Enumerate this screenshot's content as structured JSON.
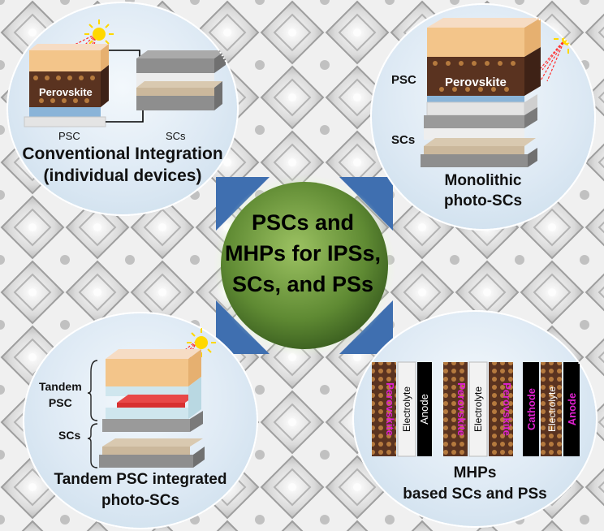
{
  "center": {
    "lines": [
      "PSCs and",
      "MHPs for IPSs,",
      "SCs, and PSs"
    ]
  },
  "panels": {
    "top_left": {
      "psc_label": "PSC",
      "scs_label": "SCs",
      "perovskite_label": "Perovskite",
      "caption": [
        "Conventional Integration",
        "(individual devices)"
      ]
    },
    "top_right": {
      "psc_label": "PSC",
      "scs_label": "SCs",
      "perovskite_label": "Perovskite",
      "caption": [
        "Monolithic",
        "photo-SCs"
      ]
    },
    "bottom_left": {
      "tandem_label": [
        "Tandem",
        "PSC"
      ],
      "scs_label": "SCs",
      "caption": [
        "Tandem PSC integrated",
        "photo-SCs"
      ]
    },
    "bottom_right": {
      "perovskite_label": "Perovskite",
      "cathode_label": "Cathode",
      "electrolyte_label": "Electrolyte",
      "anode_label": "Anode",
      "caption": [
        "MHPs",
        "based SCs and PSs"
      ]
    }
  },
  "colors": {
    "accent_magenta": "#e020d0",
    "sphere_green": "#6f9a3c",
    "corner_blue": "#3f6fb0",
    "sun_yellow": "#ffd800"
  }
}
